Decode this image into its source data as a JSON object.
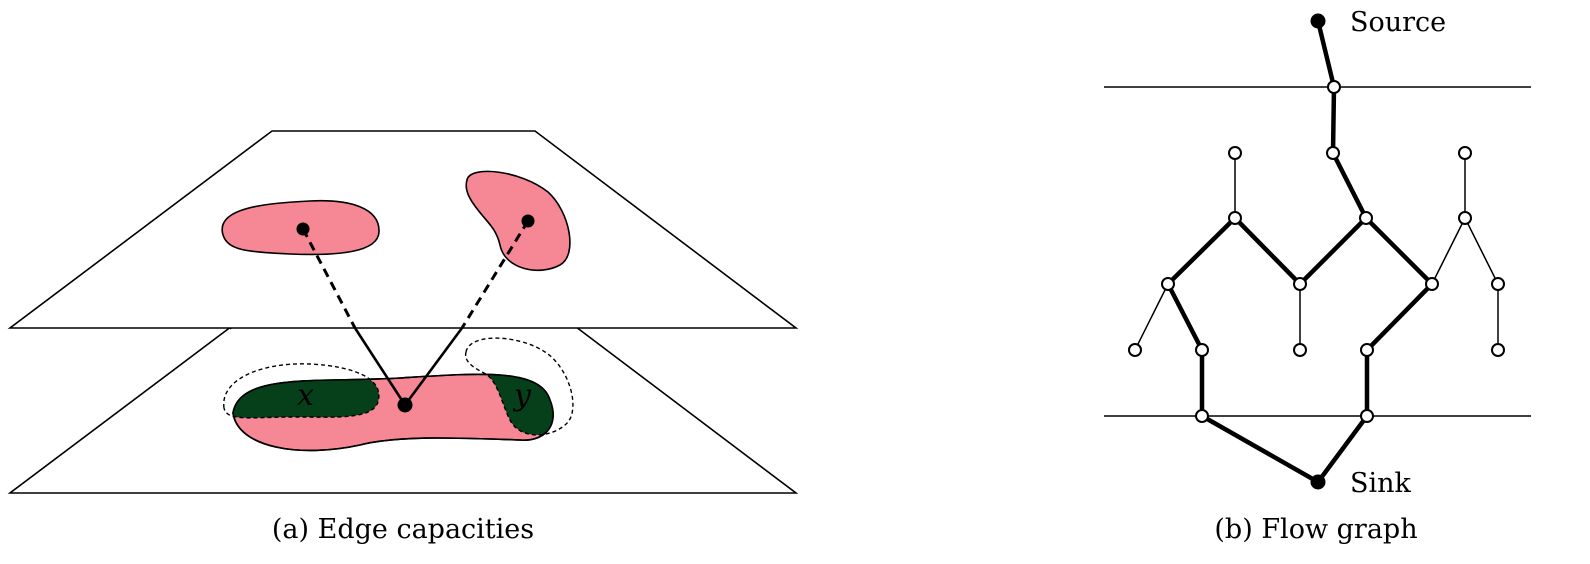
{
  "panel_a": {
    "caption": "(a) Edge capacities",
    "region_labels": {
      "x": "x",
      "y": "y"
    },
    "colors": {
      "region_fill": "#f68896",
      "overlap_fill": "#05401a",
      "line": "#000000"
    }
  },
  "panel_b": {
    "caption": "(b) Flow graph",
    "source_label": "Source",
    "sink_label": "Sink"
  }
}
